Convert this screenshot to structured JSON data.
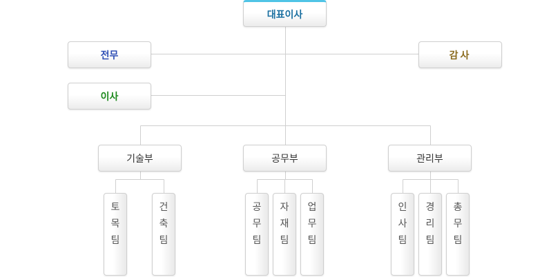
{
  "ceo": {
    "label": "대표이사",
    "color": "#1a6fa0"
  },
  "executives": {
    "managing_director": {
      "label": "전무",
      "color": "#2f4fb5"
    },
    "auditor": {
      "label": "감사",
      "color": "#8a6a1c"
    },
    "director": {
      "label": "이사",
      "color": "#1e8a1e"
    }
  },
  "departments": [
    {
      "label": "기술부",
      "teams": [
        [
          "토",
          "목",
          "팀"
        ],
        [
          "건",
          "축",
          "팀"
        ]
      ]
    },
    {
      "label": "공무부",
      "teams": [
        [
          "공",
          "무",
          "팀"
        ],
        [
          "자",
          "재",
          "팀"
        ],
        [
          "업",
          "무",
          "팀"
        ]
      ]
    },
    {
      "label": "관리부",
      "teams": [
        [
          "인",
          "사",
          "팀"
        ],
        [
          "경",
          "리",
          "팀"
        ],
        [
          "총",
          "무",
          "팀"
        ]
      ]
    }
  ],
  "colors": {
    "connector": "#cfcfcf",
    "ceo_top_border": "#4fc4e6"
  }
}
